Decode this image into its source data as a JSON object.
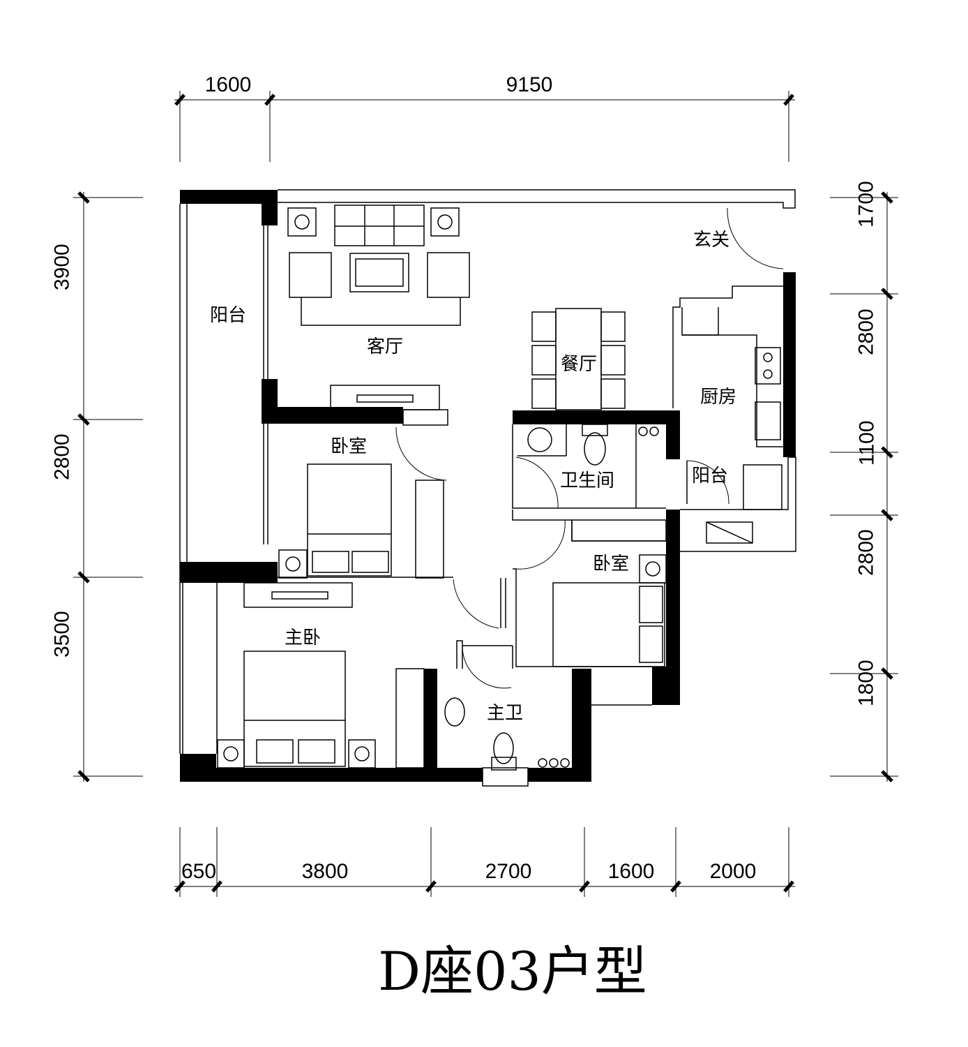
{
  "title": "D座03户型",
  "dimensions": {
    "top": [
      "1600",
      "9150"
    ],
    "bottom": [
      "650",
      "3800",
      "2700",
      "1600",
      "2000"
    ],
    "left": [
      "3900",
      "2800",
      "3500"
    ],
    "right": [
      "1700",
      "2800",
      "1100",
      "2800",
      "1800"
    ]
  },
  "rooms": {
    "balcony_west": "阳台",
    "living_room": "客厅",
    "entrance": "玄关",
    "dining_room": "餐厅",
    "kitchen": "厨房",
    "bathroom": "卫生间",
    "balcony_kitchen": "阳台",
    "bedroom_1": "卧室",
    "bedroom_2": "卧室",
    "master_bedroom": "主卧",
    "master_bath": "主卫"
  }
}
